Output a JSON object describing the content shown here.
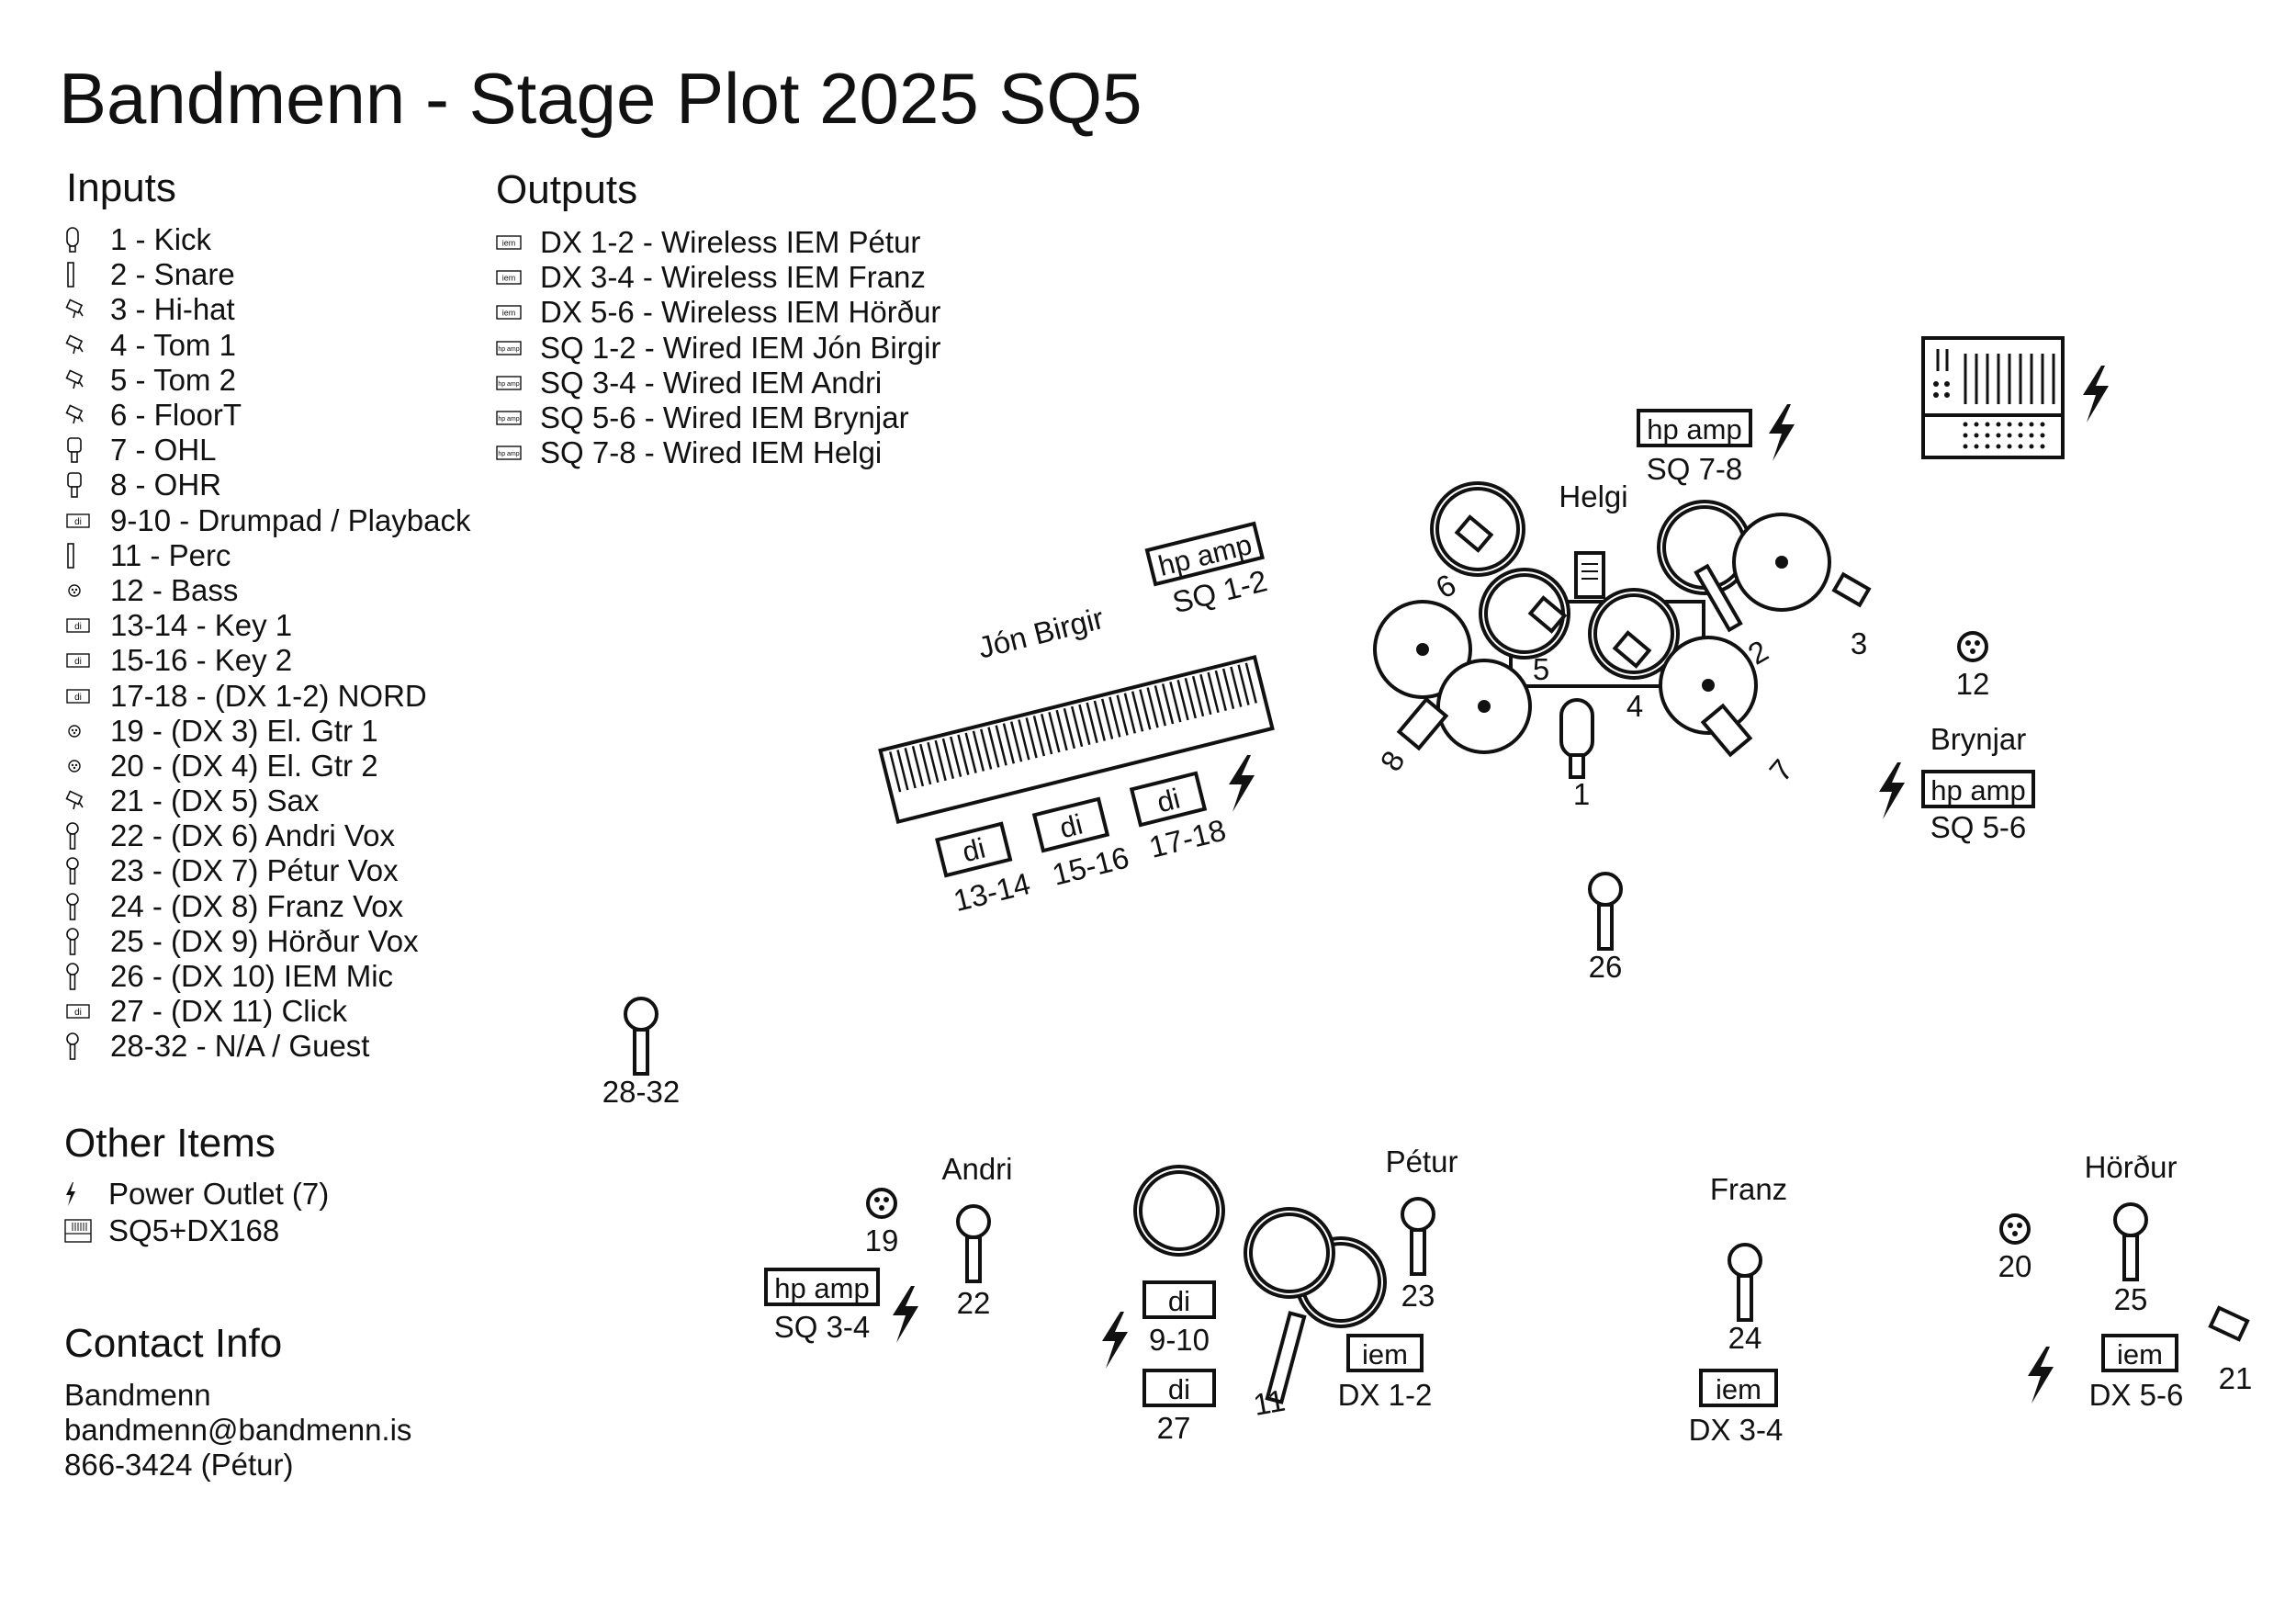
{
  "title": "Bandmenn - Stage Plot 2025 SQ5",
  "inputs": {
    "heading": "Inputs",
    "items": [
      {
        "label": "1 - Kick",
        "icon": "kick-mic-icon"
      },
      {
        "label": "2 - Snare",
        "icon": "pencil-mic-icon"
      },
      {
        "label": "3 - Hi-hat",
        "icon": "clip-mic-icon"
      },
      {
        "label": "4 - Tom 1",
        "icon": "clip-mic-icon"
      },
      {
        "label": "5 - Tom 2",
        "icon": "clip-mic-icon"
      },
      {
        "label": "6 - FloorT",
        "icon": "clip-mic-icon"
      },
      {
        "label": "7 - OHL",
        "icon": "condenser-mic-icon"
      },
      {
        "label": "8  - OHR",
        "icon": "condenser-mic-icon"
      },
      {
        "label": "9-10 - Drumpad / Playback",
        "icon": "di-box-icon"
      },
      {
        "label": "11 - Perc",
        "icon": "pencil-mic-icon"
      },
      {
        "label": "12 - Bass",
        "icon": "xlr-icon"
      },
      {
        "label": "13-14 - Key 1",
        "icon": "di-box-icon"
      },
      {
        "label": "15-16 - Key 2",
        "icon": "di-box-icon"
      },
      {
        "label": "17-18 - (DX 1-2) NORD",
        "icon": "di-box-icon"
      },
      {
        "label": "19 - (DX 3) El. Gtr 1",
        "icon": "xlr-icon"
      },
      {
        "label": "20 - (DX 4) El. Gtr 2",
        "icon": "xlr-icon"
      },
      {
        "label": "21 - (DX 5) Sax",
        "icon": "clip-mic-icon"
      },
      {
        "label": "22 - (DX 6) Andri Vox",
        "icon": "vocal-mic-icon"
      },
      {
        "label": "23 - (DX 7) Pétur Vox",
        "icon": "vocal-mic-icon"
      },
      {
        "label": "24 - (DX 8) Franz Vox",
        "icon": "vocal-mic-icon"
      },
      {
        "label": "25 - (DX 9) Hörður Vox",
        "icon": "vocal-mic-icon"
      },
      {
        "label": "26 - (DX 10) IEM Mic",
        "icon": "vocal-mic-icon"
      },
      {
        "label": "27 - (DX 11) Click",
        "icon": "di-box-icon"
      },
      {
        "label": "28-32 - N/A / Guest",
        "icon": "vocal-mic-icon"
      }
    ]
  },
  "outputs": {
    "heading": "Outputs",
    "items": [
      {
        "label": "DX 1-2 - Wireless IEM Pétur",
        "icon": "iem-icon"
      },
      {
        "label": "DX 3-4 - Wireless IEM Franz",
        "icon": "iem-icon"
      },
      {
        "label": "DX 5-6 - Wireless IEM Hörður",
        "icon": "iem-icon"
      },
      {
        "label": "SQ 1-2 - Wired IEM Jón Birgir",
        "icon": "hp-amp-icon"
      },
      {
        "label": "SQ 3-4 - Wired IEM Andri",
        "icon": "hp-amp-icon"
      },
      {
        "label": "SQ 5-6 - Wired IEM Brynjar",
        "icon": "hp-amp-icon"
      },
      {
        "label": "SQ 7-8 - Wired IEM Helgi",
        "icon": "hp-amp-icon"
      }
    ]
  },
  "other": {
    "heading": "Other Items",
    "items": [
      {
        "label": "Power Outlet (7)",
        "icon": "power-icon"
      },
      {
        "label": "SQ5+DX168",
        "icon": "mixer-icon"
      }
    ]
  },
  "contact": {
    "heading": "Contact Info",
    "name": "Bandmenn",
    "email": "bandmenn@bandmenn.is",
    "phone": "866-3424 (Pétur)"
  },
  "stage": {
    "musicians": {
      "helgi": "Helgi",
      "jon": "Jón Birgir",
      "brynjar": "Brynjar",
      "andri": "Andri",
      "petur": "Pétur",
      "franz": "Franz",
      "hordur": "Hörður"
    },
    "hp_amp": "hp amp",
    "di": "di",
    "iem": "iem",
    "labels": {
      "sq78": "SQ 7-8",
      "sq12": "SQ 1-2",
      "sq56": "SQ 5-6",
      "sq34": "SQ 3-4",
      "ch1": "1",
      "ch2": "2",
      "ch3": "3",
      "ch4": "4",
      "ch5": "5",
      "ch6": "6",
      "ch7": "7",
      "ch8": "8",
      "ch11": "11",
      "ch12": "12",
      "ch1314": "13-14",
      "ch1516": "15-16",
      "ch1718": "17-18",
      "ch19": "19",
      "ch20": "20",
      "ch21": "21",
      "ch22": "22",
      "ch23": "23",
      "ch24": "24",
      "ch25": "25",
      "ch26": "26",
      "ch27": "27",
      "ch910": "9-10",
      "ch2832": "28-32",
      "dx12": "DX 1-2",
      "dx34": "DX 3-4",
      "dx56": "DX 5-6"
    }
  }
}
